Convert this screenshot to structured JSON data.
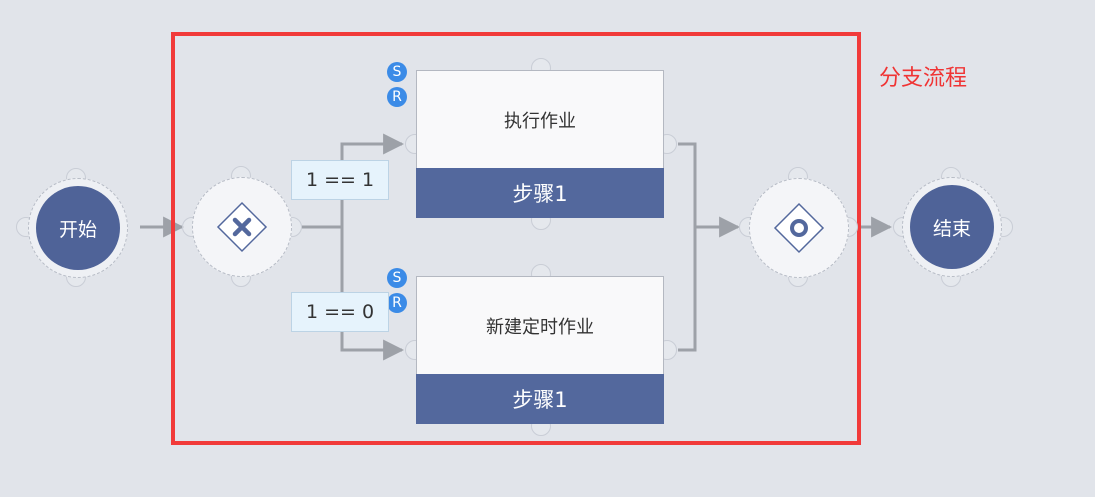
{
  "start_node": {
    "label": "开始"
  },
  "end_node": {
    "label": "结束"
  },
  "branch_region": {
    "label": "分支流程",
    "color": "#f03434"
  },
  "exclusive_gateway": {
    "icon": "x-icon"
  },
  "parallel_gateway": {
    "icon": "circle-icon"
  },
  "tasks": [
    {
      "title": "执行作业",
      "step": "步骤1",
      "badges": [
        "S",
        "R"
      ]
    },
    {
      "title": "新建定时作业",
      "step": "步骤1",
      "badges": [
        "S",
        "R"
      ]
    }
  ],
  "conditions": [
    "1 == 1",
    "1 == 0"
  ],
  "colors": {
    "node_fill": "#4f6398",
    "step_bar": "#53689d",
    "badge": "#3b8be7",
    "connector": "#9da1a8",
    "background": "#e1e4ea"
  }
}
